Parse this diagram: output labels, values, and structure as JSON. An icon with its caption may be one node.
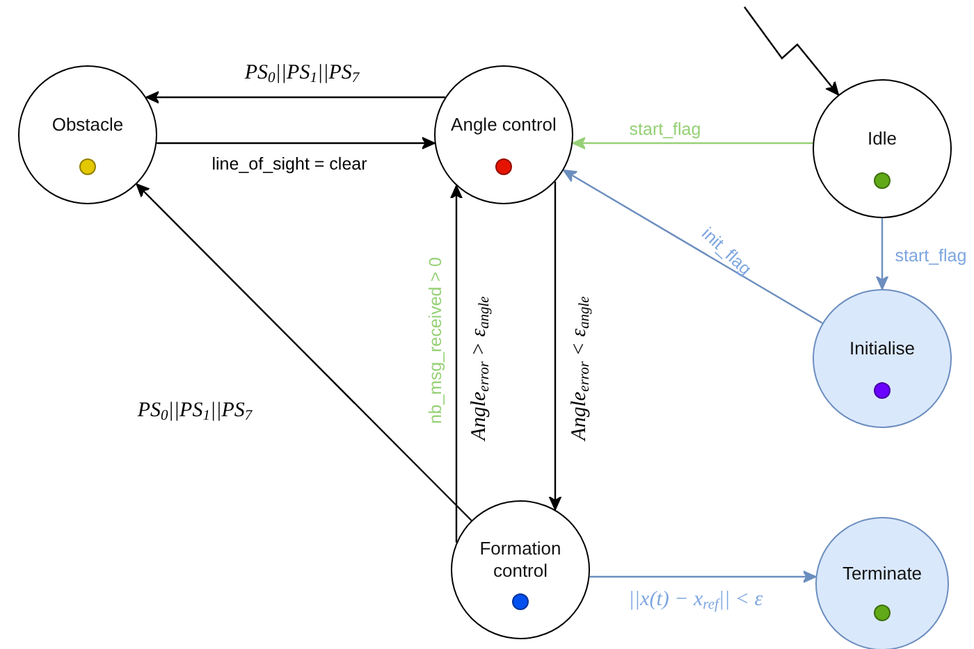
{
  "diagram": {
    "nodes": [
      {
        "text": [
          "Obstacle"
        ]
      },
      {
        "text": [
          "Angle control"
        ]
      },
      {
        "text": [
          "Idle"
        ]
      },
      {
        "text": [
          "Initialise"
        ]
      },
      {
        "text": [
          "Formation control"
        ]
      },
      {
        "text": [
          "Terminate"
        ]
      }
    ],
    "edges": [
      {
        "from": 1,
        "to": 0,
        "arrow": "to",
        "label": "PS$_{0}$||PS$_{1}$||PS$_{7}$"
      },
      {
        "from": 0,
        "to": 1,
        "arrow": "to",
        "label": "line_of_sight = clear"
      },
      {
        "from": 2,
        "to": 1,
        "arrow": "to",
        "label": "start_flag",
        "color": "#97d077"
      },
      {
        "from": 2,
        "to": 3,
        "arrow": "to",
        "label": "start_flag",
        "color": "#6c8ebf"
      },
      {
        "from": 3,
        "to": 1,
        "arrow": "to",
        "label": "init_flag",
        "color": "#6c8ebf"
      },
      {
        "from": 4,
        "to": 1,
        "arrow": "to",
        "label": "Angle$_{error}$ > ε$_{angle}$"
      },
      {
        "from": 1,
        "to": 4,
        "arrow": "to",
        "label": "Angle$_{error}$ < ε$_{angle}$"
      },
      {
        "from": 4,
        "to": 0,
        "arrow": "to",
        "label": "PS$_{0}$||PS$_{1}$||PS$_{7}$"
      },
      {
        "from": 4,
        "to": 5,
        "arrow": "to",
        "label": "||x(t) − x$_{ref}$|| < ε",
        "color": "#6c8ebf"
      },
      {
        "from": null,
        "to": 2,
        "arrow": "to"
      }
    ],
    "labels": [
      "nb_msg_received > 0"
    ]
  }
}
